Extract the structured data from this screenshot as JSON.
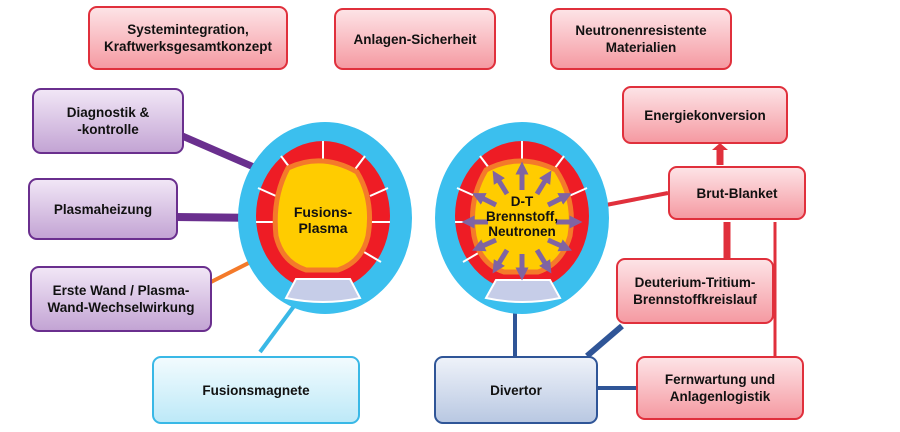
{
  "boxes": {
    "systemintegration": "Systemintegration,\nKraftwerksgesamtkonzept",
    "sicherheit": "Anlagen-Sicherheit",
    "materialien": "Neutronenresistente\nMaterialien",
    "energiekonversion": "Energiekonversion",
    "brut_blanket": "Brut-Blanket",
    "diagnostik": "Diagnostik &\n-kontrolle",
    "plasmaheizung": "Plasmaheizung",
    "erste_wand": "Erste Wand / Plasma-\nWand-Wechselwirkung",
    "fusionsmagnete": "Fusionsmagnete",
    "divertor": "Divertor",
    "brennstoffkreislauf": "Deuterium-Tritium-\nBrennstoffkreislauf",
    "fernwartung": "Fernwartung und\nAnlagenlogistik"
  },
  "labels": {
    "fusionsplasma": "Fusions-\nPlasma",
    "dt_neutronen": "D-T\nBrennstoff,\nNeutronen"
  },
  "colors": {
    "red_border": "#e0303c",
    "purple": "#6a2f8e",
    "cyan": "#39b8e6",
    "blue": "#2f5597",
    "plasma": "#ffcc00",
    "orange": "#f47a2a",
    "arrow": "#8064a2"
  }
}
